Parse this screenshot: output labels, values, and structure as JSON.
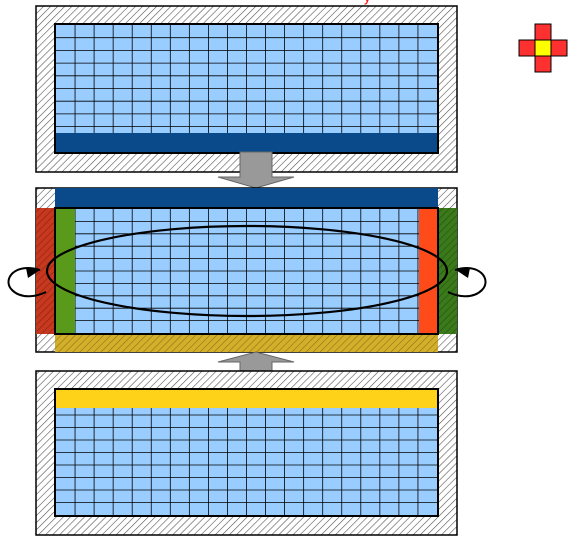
{
  "top_text": "y",
  "colors": {
    "hatch_line": "#555555",
    "hatch_bg": "#ffffff",
    "frame_stroke": "#000000",
    "grid_fill": "#99ccff",
    "grid_line": "#000000",
    "halo_dark_blue": "#0a4a8a",
    "halo_yellow": "#ffd21a",
    "halo_yellow_hatched": "#d4b02a",
    "halo_red_hatched": "#c8381e",
    "halo_green": "#5a9a1a",
    "halo_orange": "#ff4a1a",
    "halo_green_hatched": "#3a7a1a",
    "arrow_fill": "#999999",
    "stencil_red": "#ff3030",
    "stencil_yellow": "#ffff00"
  },
  "panels": [
    {
      "name": "top-subdomain-panel",
      "grid_cols": 20,
      "grid_rows": 10
    },
    {
      "name": "middle-subdomain-panel",
      "grid_cols": 20,
      "grid_rows": 10
    },
    {
      "name": "bottom-subdomain-panel",
      "grid_cols": 20,
      "grid_rows": 10
    }
  ],
  "icons": {
    "stencil": "five-point-stencil-icon",
    "arrows": "transfer-arrow-icon",
    "periodic": "periodic-wrap-arrow-icon"
  }
}
